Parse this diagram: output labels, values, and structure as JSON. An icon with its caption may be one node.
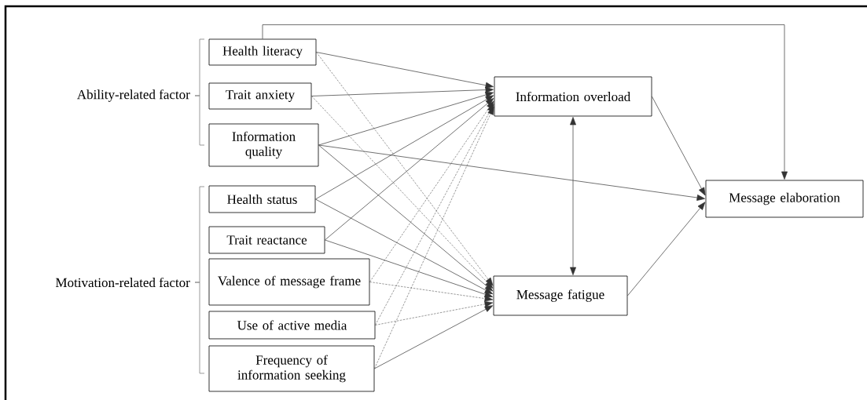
{
  "diagram": {
    "nodes": [
      {
        "text": [
          "Health literacy"
        ]
      },
      {
        "text": [
          "Trait anxiety"
        ]
      },
      {
        "text": [
          "Information quality"
        ]
      },
      {
        "text": [
          "Health status"
        ]
      },
      {
        "text": [
          "Trait reactance"
        ]
      },
      {
        "text": [
          "Valence of message frame"
        ]
      },
      {
        "text": [
          "Use of active media"
        ]
      },
      {
        "text": [
          "Frequency of information seeking"
        ]
      },
      {
        "text": [
          "Information overload"
        ]
      },
      {
        "text": [
          "Message fatigue"
        ]
      },
      {
        "text": [
          "Message elaboration"
        ]
      }
    ],
    "edges": [
      {
        "from": 0,
        "to": 8,
        "arrow": "to"
      },
      {
        "from": 1,
        "to": 8,
        "arrow": "to"
      },
      {
        "from": 2,
        "to": 8,
        "arrow": "to"
      },
      {
        "from": 3,
        "to": 8,
        "arrow": "to"
      },
      {
        "from": 4,
        "to": 8,
        "arrow": "to"
      },
      {
        "from": 5,
        "to": 8,
        "arrow": "to",
        "style": "dashed"
      },
      {
        "from": 6,
        "to": 8,
        "arrow": "to",
        "style": "dashed"
      },
      {
        "from": 7,
        "to": 8,
        "arrow": "to",
        "style": "dashed"
      },
      {
        "from": 0,
        "to": 9,
        "arrow": "to",
        "style": "dashed"
      },
      {
        "from": 1,
        "to": 9,
        "arrow": "to",
        "style": "dashed"
      },
      {
        "from": 2,
        "to": 9,
        "arrow": "to"
      },
      {
        "from": 3,
        "to": 9,
        "arrow": "to"
      },
      {
        "from": 4,
        "to": 9,
        "arrow": "to"
      },
      {
        "from": 5,
        "to": 9,
        "arrow": "to",
        "style": "dashed"
      },
      {
        "from": 6,
        "to": 9,
        "arrow": "to",
        "style": "dashed"
      },
      {
        "from": 7,
        "to": 9,
        "arrow": "to"
      },
      {
        "from": 2,
        "to": 10,
        "arrow": "to"
      },
      {
        "from": 0,
        "to": 10,
        "arrow": "to"
      },
      {
        "from": 8,
        "to": 9,
        "arrow": "both"
      },
      {
        "from": 8,
        "to": 10,
        "arrow": "to"
      },
      {
        "from": 9,
        "to": 10,
        "arrow": "to"
      }
    ],
    "labels": [
      "Ability-related factor",
      "Motivation-related factor"
    ]
  }
}
